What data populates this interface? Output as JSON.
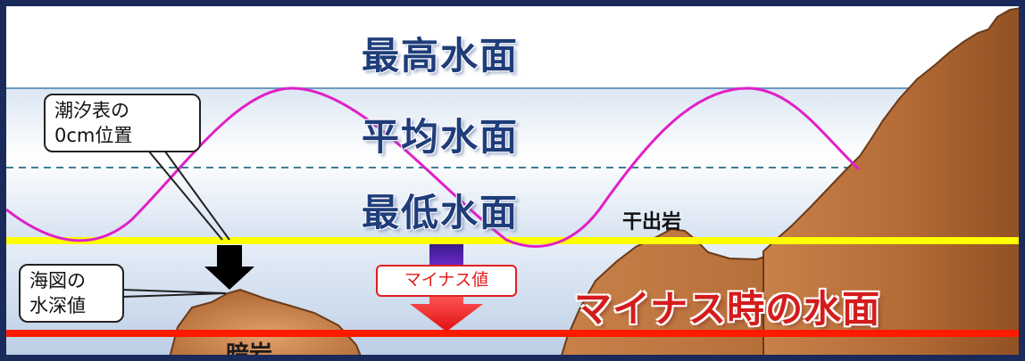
{
  "labels": {
    "highest_water": "最高水面",
    "mean_water": "平均水面",
    "lowest_water": "最低水面",
    "drying_rock": "干出岩",
    "minus_water": "マイナス時の水面",
    "hidden_rock": "暗岩"
  },
  "callouts": {
    "tide_zero_line1": "潮汐表の",
    "tide_zero_line2": "0cm位置",
    "chart_depth_line1": "海図の",
    "chart_depth_line2": "水深値",
    "minus_value": "マイナス値"
  },
  "colors": {
    "frame": "#1a2a5a",
    "tide_curve": "#e020c8",
    "lowest_line": "#ffff00",
    "minus_line": "#ff1a00",
    "rock": "#b8703a",
    "label_blue": "#1f3d7a",
    "label_red": "#d41c1c"
  }
}
